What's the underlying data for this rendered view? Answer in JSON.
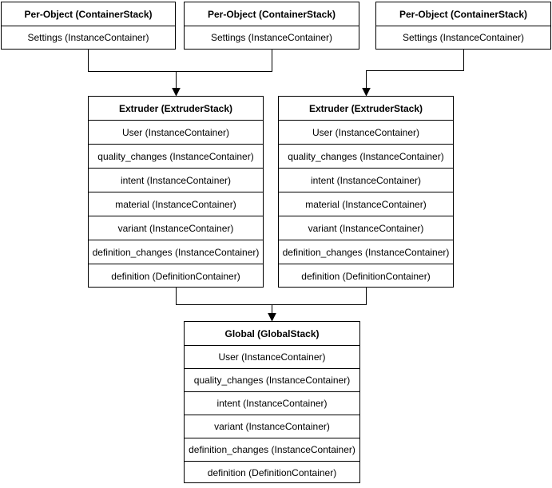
{
  "diagram": {
    "background_color": "#ffffff",
    "border_color": "#000000",
    "text_color": "#000000",
    "stacks": {
      "per_object_1": {
        "title": "Per-Object (ContainerStack)",
        "rows": [
          "Settings (InstanceContainer)"
        ]
      },
      "per_object_2": {
        "title": "Per-Object (ContainerStack)",
        "rows": [
          "Settings (InstanceContainer)"
        ]
      },
      "per_object_3": {
        "title": "Per-Object (ContainerStack)",
        "rows": [
          "Settings (InstanceContainer)"
        ]
      },
      "extruder_1": {
        "title": "Extruder (ExtruderStack)",
        "rows": [
          "User (InstanceContainer)",
          "quality_changes (InstanceContainer)",
          "intent (InstanceContainer)",
          "material (InstanceContainer)",
          "variant (InstanceContainer)",
          "definition_changes (InstanceContainer)",
          "definition (DefinitionContainer)"
        ]
      },
      "extruder_2": {
        "title": "Extruder (ExtruderStack)",
        "rows": [
          "User (InstanceContainer)",
          "quality_changes (InstanceContainer)",
          "intent (InstanceContainer)",
          "material (InstanceContainer)",
          "variant (InstanceContainer)",
          "definition_changes (InstanceContainer)",
          "definition (DefinitionContainer)"
        ]
      },
      "global": {
        "title": "Global (GlobalStack)",
        "rows": [
          "User (InstanceContainer)",
          "quality_changes (InstanceContainer)",
          "intent (InstanceContainer)",
          "variant (InstanceContainer)",
          "definition_changes (InstanceContainer)",
          "definition (DefinitionContainer)"
        ]
      }
    }
  }
}
